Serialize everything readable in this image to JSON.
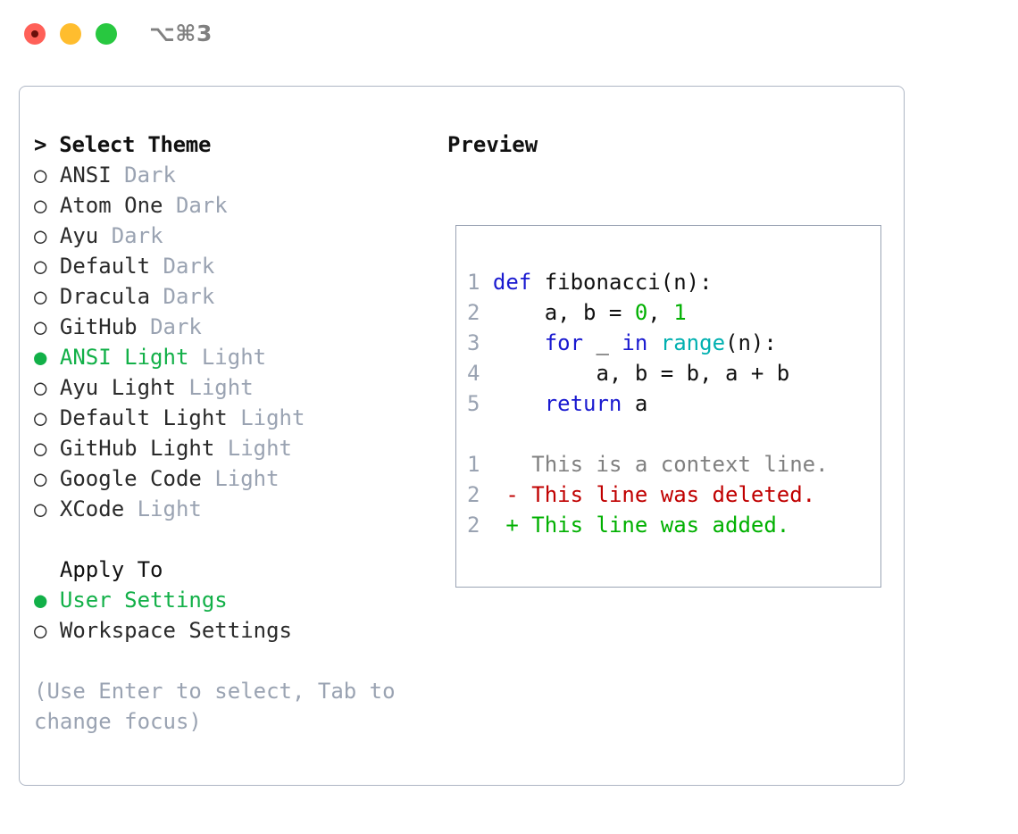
{
  "window": {
    "shortcut": "⌥⌘3",
    "traffic_lights": {
      "close_label": "close",
      "minimize_label": "minimize",
      "maximize_label": "maximize"
    },
    "colors": {
      "close": "#ff6058",
      "minimize": "#ffbd2e",
      "maximize": "#28c840",
      "panel_border": "#aeb6c4",
      "preview_border": "#9aa4b4",
      "accent_selected": "#12b048",
      "muted_text": "#9aa3b2",
      "keyword": "#1a1ad0",
      "builtin": "#00b0b0",
      "number": "#00b000",
      "diff_added": "#00b000",
      "diff_deleted": "#c00000",
      "diff_context": "#808080"
    }
  },
  "theme_list": {
    "heading": "> Select Theme",
    "marker_unselected": "○",
    "marker_selected": "●",
    "items": [
      {
        "marker": "○",
        "name": "ANSI",
        "variant": "Dark",
        "selected": false
      },
      {
        "marker": "○",
        "name": "Atom One",
        "variant": "Dark",
        "selected": false
      },
      {
        "marker": "○",
        "name": "Ayu",
        "variant": "Dark",
        "selected": false
      },
      {
        "marker": "○",
        "name": "Default",
        "variant": "Dark",
        "selected": false
      },
      {
        "marker": "○",
        "name": "Dracula",
        "variant": "Dark",
        "selected": false
      },
      {
        "marker": "○",
        "name": "GitHub",
        "variant": "Dark",
        "selected": false
      },
      {
        "marker": "●",
        "name": "ANSI Light",
        "variant": "Light",
        "selected": true
      },
      {
        "marker": "○",
        "name": "Ayu Light",
        "variant": "Light",
        "selected": false
      },
      {
        "marker": "○",
        "name": "Default Light",
        "variant": "Light",
        "selected": false
      },
      {
        "marker": "○",
        "name": "GitHub Light",
        "variant": "Light",
        "selected": false
      },
      {
        "marker": "○",
        "name": "Google Code",
        "variant": "Light",
        "selected": false
      },
      {
        "marker": "○",
        "name": "XCode",
        "variant": "Light",
        "selected": false
      }
    ]
  },
  "apply_to": {
    "heading": "Apply To",
    "options": [
      {
        "marker": "●",
        "label": "User Settings",
        "selected": true
      },
      {
        "marker": "○",
        "label": "Workspace Settings",
        "selected": false
      }
    ]
  },
  "help": {
    "text": "(Use Enter to select, Tab to change focus)"
  },
  "preview": {
    "heading": "Preview",
    "code_lines": [
      {
        "no": "1",
        "tokens": [
          {
            "t": "def",
            "c": "kw"
          },
          {
            "t": " fibonacci(n):",
            "c": "txt"
          }
        ]
      },
      {
        "no": "2",
        "tokens": [
          {
            "t": "    a, b = ",
            "c": "txt"
          },
          {
            "t": "0",
            "c": "num"
          },
          {
            "t": ", ",
            "c": "txt"
          },
          {
            "t": "1",
            "c": "num"
          }
        ]
      },
      {
        "no": "3",
        "tokens": [
          {
            "t": "    ",
            "c": "txt"
          },
          {
            "t": "for",
            "c": "kw"
          },
          {
            "t": " _ ",
            "c": "txt"
          },
          {
            "t": "in",
            "c": "kw"
          },
          {
            "t": " ",
            "c": "txt"
          },
          {
            "t": "range",
            "c": "fn"
          },
          {
            "t": "(n):",
            "c": "txt"
          }
        ]
      },
      {
        "no": "4",
        "tokens": [
          {
            "t": "        a, b = b, a + b",
            "c": "txt"
          }
        ]
      },
      {
        "no": "5",
        "tokens": [
          {
            "t": "    ",
            "c": "txt"
          },
          {
            "t": "return",
            "c": "kw"
          },
          {
            "t": " a",
            "c": "txt"
          }
        ]
      }
    ],
    "diff_lines": [
      {
        "no": "1",
        "sign": " ",
        "text": "This is a context line.",
        "kind": "ctx"
      },
      {
        "no": "2",
        "sign": "-",
        "text": "This line was deleted.",
        "kind": "del"
      },
      {
        "no": "2",
        "sign": "+",
        "text": "This line was added.",
        "kind": "add"
      }
    ]
  }
}
